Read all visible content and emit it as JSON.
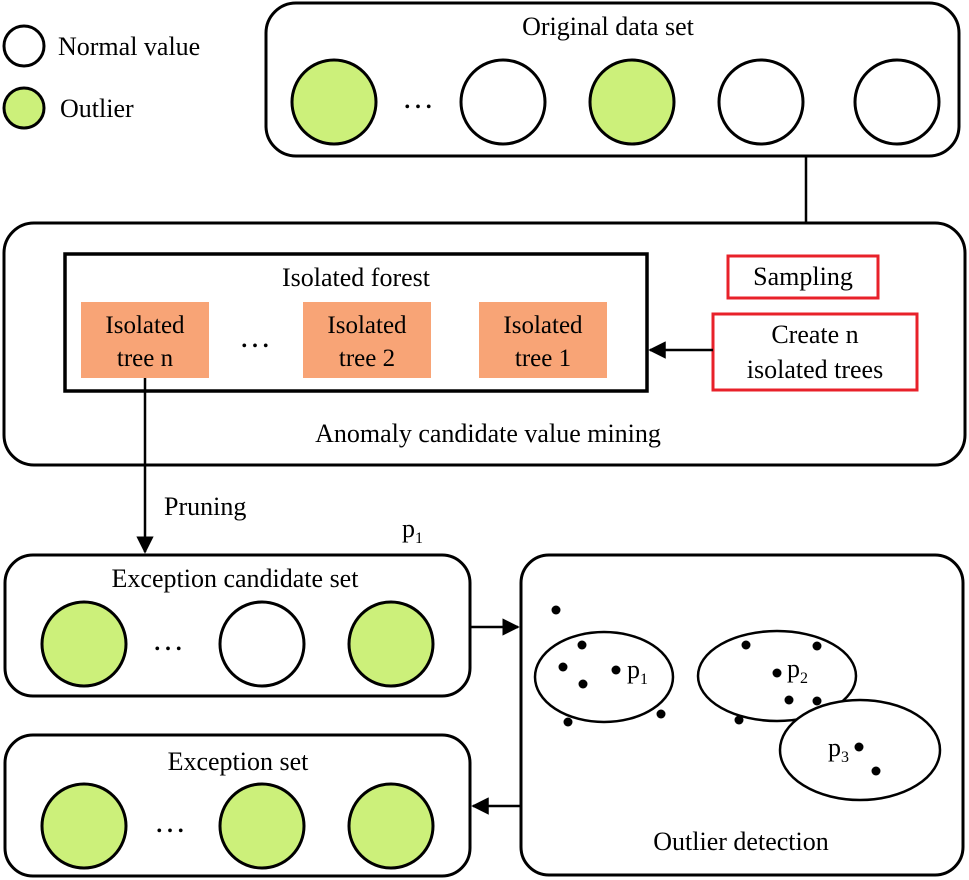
{
  "legend": {
    "normal_label": "Normal value",
    "outlier_label": "Outlier"
  },
  "original": {
    "title": "Original data set",
    "ellipsis": "…"
  },
  "mining": {
    "caption": "Anomaly candidate value mining",
    "forest_title": "Isolated forest",
    "trees": [
      {
        "line1": "Isolated",
        "line2": "tree n"
      },
      {
        "line1": "Isolated",
        "line2": "tree 2"
      },
      {
        "line1": "Isolated",
        "line2": "tree 1"
      }
    ],
    "ellipsis": "…",
    "sampling_label": "Sampling",
    "create_line1": "Create n",
    "create_line2": "isolated trees"
  },
  "pruning": {
    "label": "Pruning",
    "p_label": "p",
    "p_sub": "1"
  },
  "candidate": {
    "title": "Exception candidate set",
    "ellipsis": "…"
  },
  "exception": {
    "title": "Exception set",
    "ellipsis": "…"
  },
  "detection": {
    "caption": "Outlier detection",
    "p1": {
      "label": "p",
      "sub": "1"
    },
    "p2": {
      "label": "p",
      "sub": "2"
    },
    "p3": {
      "label": "p",
      "sub": "3"
    }
  },
  "colors": {
    "outlier_fill": "#ccf07a",
    "tree_fill": "#f8a476",
    "highlight_border": "#e8212a",
    "stroke": "#000000"
  }
}
